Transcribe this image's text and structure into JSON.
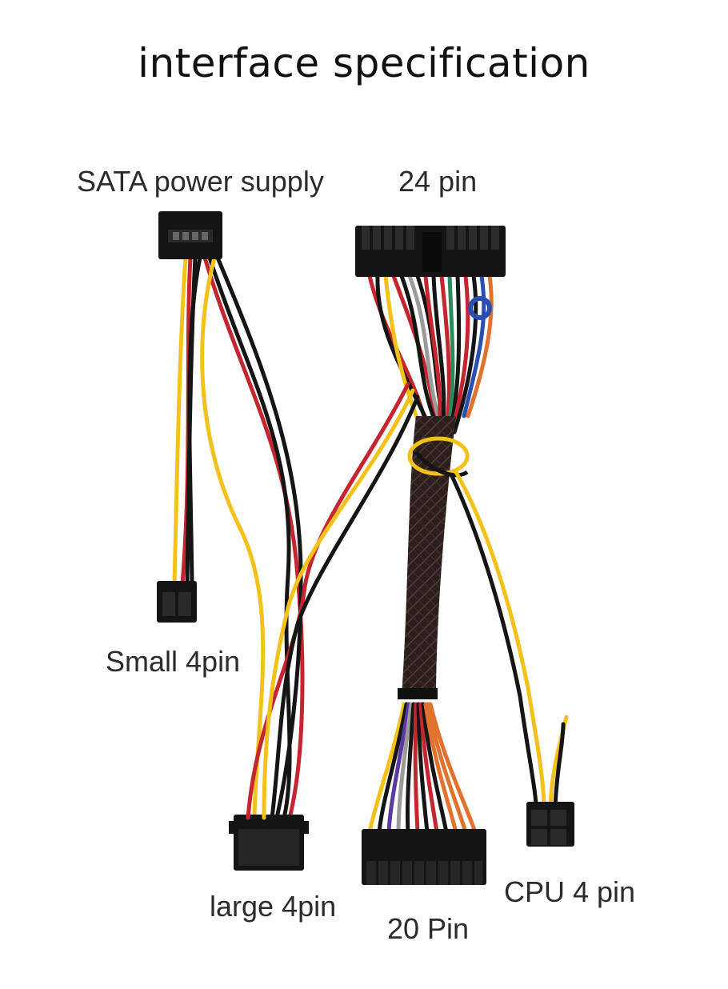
{
  "title": "interface specification",
  "labels": {
    "sata": "SATA power supply",
    "pin24": "24 pin",
    "small4": "Small 4pin",
    "large4": "large 4pin",
    "pin20": "20 Pin",
    "cpu4": "CPU 4 pin"
  },
  "colors": {
    "red": "#c4252f",
    "yellow": "#f2c21b",
    "black": "#151515",
    "orange": "#e0722e",
    "purple": "#5a3aa0",
    "gray": "#9b9b9b",
    "blue": "#2b4fb0",
    "green": "#2a8a5a"
  }
}
